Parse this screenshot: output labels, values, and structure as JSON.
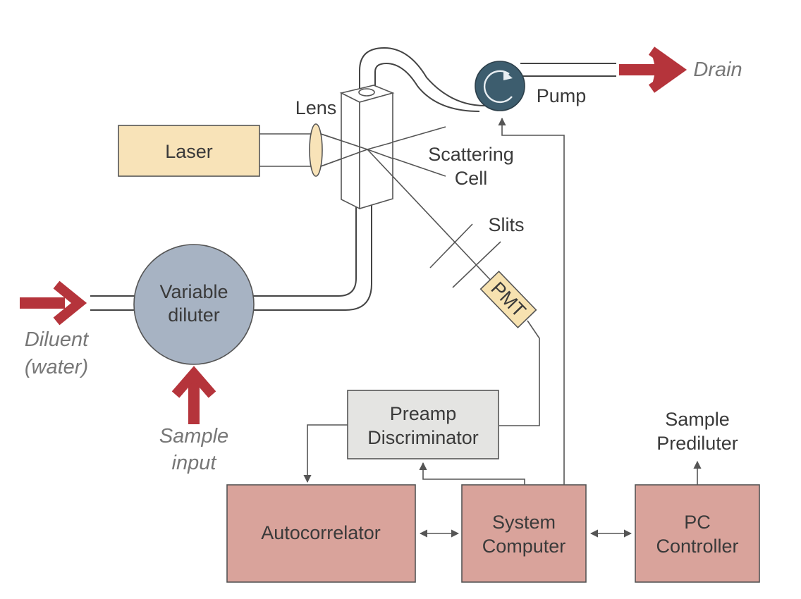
{
  "components": {
    "laser": "Laser",
    "lens": "Lens",
    "scattering_cell": [
      "Scattering",
      "Cell"
    ],
    "slits": "Slits",
    "pmt": "PMT",
    "pump": "Pump",
    "drain": "Drain",
    "variable_diluter": [
      "Variable",
      "diluter"
    ],
    "diluent": [
      "Diluent",
      "(water)"
    ],
    "sample_input": [
      "Sample",
      "input"
    ],
    "preamp_discriminator": [
      "Preamp",
      "Discriminator"
    ],
    "autocorrelator": "Autocorrelator",
    "system_computer": [
      "System",
      "Computer"
    ],
    "pc_controller": [
      "PC",
      "Controller"
    ],
    "sample_prediluter": [
      "Sample",
      "Prediluter"
    ]
  },
  "colors": {
    "arrow_red": "#b5343b",
    "laser_fill": "#f8e3b8",
    "computer_fill": "#d9a39b",
    "preamp_fill": "#e4e4e2",
    "diluter_fill": "#a7b3c3",
    "pump_fill": "#3d5d6e",
    "pmt_fill": "#f7e2b0",
    "line": "#555555"
  }
}
